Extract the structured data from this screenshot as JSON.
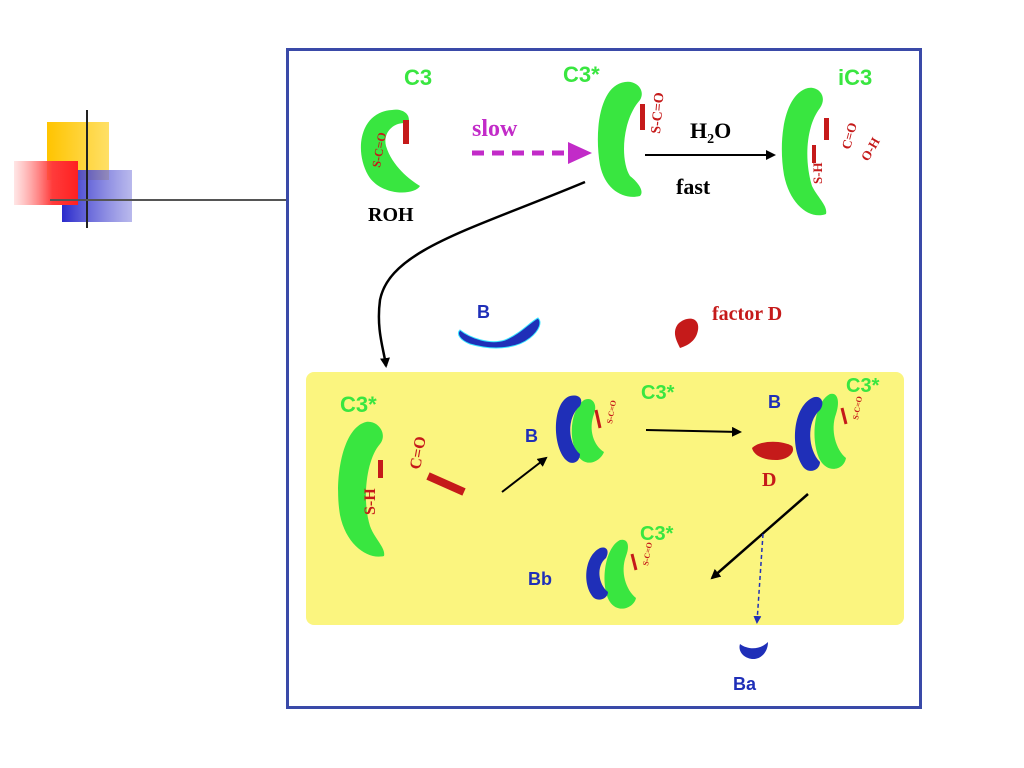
{
  "colors": {
    "c3_green": "#39e640",
    "factor_b_blue": "#1f2fb8",
    "factor_d_red": "#c51a1a",
    "bond_red": "#c51a1a",
    "slow_magenta": "#c22bc8",
    "panel_border": "#3a4aa8",
    "yellow_box": "#fbf57f",
    "deco_yellow": "#ffcc00",
    "deco_red": "#ff3b3b",
    "deco_blue": "#3333cc"
  },
  "labels": {
    "c3": "C3",
    "c3_star": "C3*",
    "ic3": "iC3",
    "roh": "ROH",
    "slow": "slow",
    "h2o_h": "H",
    "h2o_sub": "2",
    "h2o_o": "O",
    "fast": "fast",
    "b": "B",
    "factor_d": "factor D",
    "d": "D",
    "bb": "Bb",
    "ba": "Ba"
  },
  "bond_labels": {
    "thioester": "S-C=O",
    "ic3_top": "C=O",
    "ic3_oh": "O-H",
    "sh": "S-H",
    "carbonyl": "C=O",
    "small": "S-C=O"
  }
}
